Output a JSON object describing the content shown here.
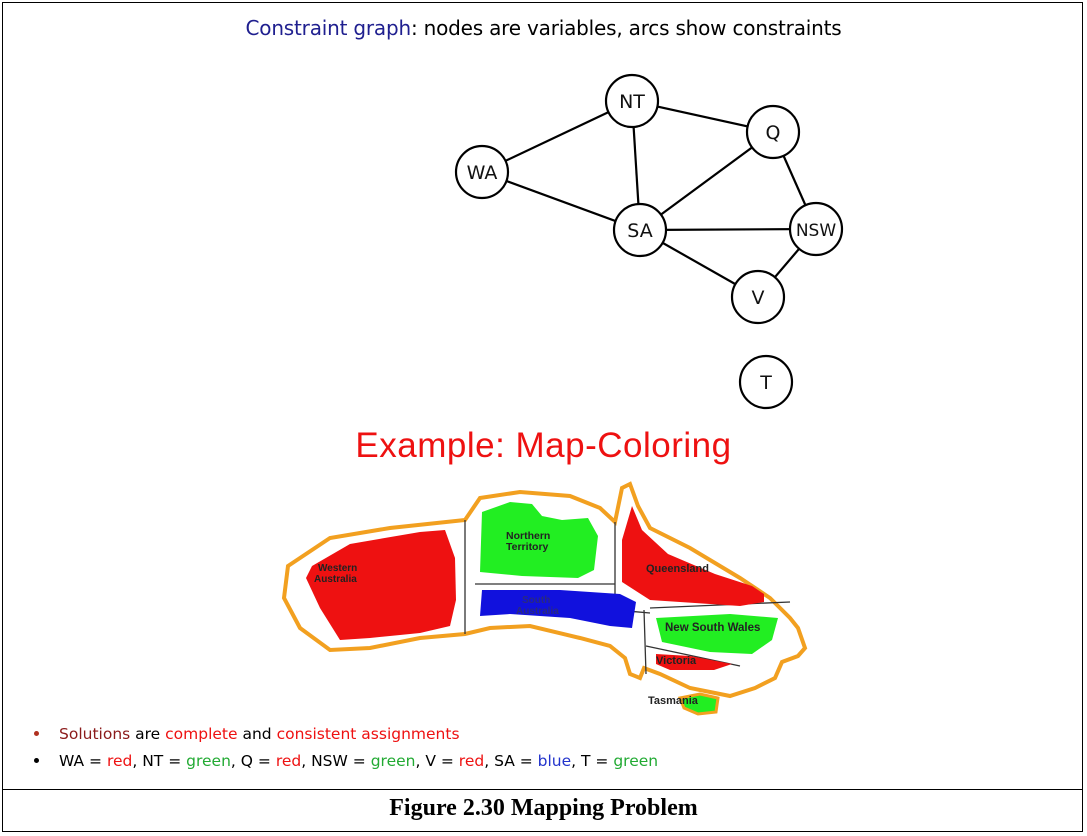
{
  "header": {
    "term": "Constraint graph",
    "rest": ": nodes are variables, arcs show constraints"
  },
  "graph": {
    "nodes": [
      {
        "id": "NT",
        "label": "NT"
      },
      {
        "id": "Q",
        "label": "Q"
      },
      {
        "id": "WA",
        "label": "WA"
      },
      {
        "id": "SA",
        "label": "SA"
      },
      {
        "id": "NSW",
        "label": "NSW"
      },
      {
        "id": "V",
        "label": "V"
      },
      {
        "id": "T",
        "label": "T"
      }
    ],
    "edges": [
      [
        "WA",
        "NT"
      ],
      [
        "WA",
        "SA"
      ],
      [
        "NT",
        "SA"
      ],
      [
        "NT",
        "Q"
      ],
      [
        "SA",
        "Q"
      ],
      [
        "SA",
        "NSW"
      ],
      [
        "SA",
        "V"
      ],
      [
        "Q",
        "NSW"
      ],
      [
        "NSW",
        "V"
      ]
    ]
  },
  "example_title": "Example: Map-Coloring",
  "map": {
    "regions": {
      "wa": "Western Australia",
      "nt": "Northern Territory",
      "q": "Queensland",
      "sa": "South Australia",
      "nsw": "New South Wales",
      "v": "Victoria",
      "t": "Tasmania"
    },
    "colors": {
      "red": "#ee1111",
      "green": "#22ee22",
      "blue": "#1111dd",
      "outline": "#f2a020"
    }
  },
  "bullets": {
    "line1": {
      "w1": "Solutions",
      "w2": " are ",
      "w3": "complete",
      "w4": " and ",
      "w5": "consistent assignments"
    },
    "line2": [
      {
        "text": "WA = ",
        "color": "black"
      },
      {
        "text": "red",
        "color": "red"
      },
      {
        "text": ", NT = ",
        "color": "black"
      },
      {
        "text": "green",
        "color": "green"
      },
      {
        "text": ", Q = ",
        "color": "black"
      },
      {
        "text": "red",
        "color": "red"
      },
      {
        "text": ", NSW = ",
        "color": "black"
      },
      {
        "text": "green",
        "color": "green"
      },
      {
        "text": ", V = ",
        "color": "black"
      },
      {
        "text": "red",
        "color": "red"
      },
      {
        "text": ", SA = ",
        "color": "black"
      },
      {
        "text": "blue",
        "color": "blue"
      },
      {
        "text": ", T = ",
        "color": "black"
      },
      {
        "text": "green",
        "color": "green"
      }
    ]
  },
  "caption": "Figure 2.30 Mapping Problem"
}
